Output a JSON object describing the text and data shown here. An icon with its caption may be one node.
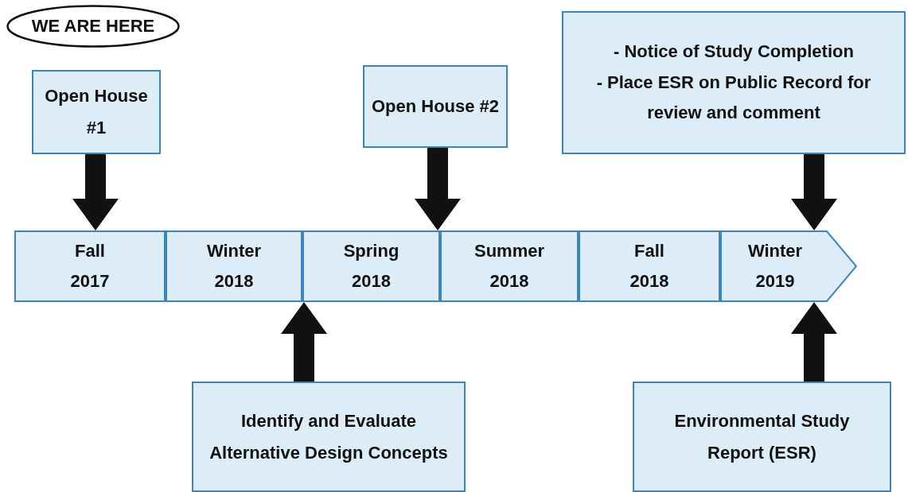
{
  "diagram": {
    "nodes": [
      {
        "text": [
          "WE ARE HERE"
        ]
      },
      {
        "text": [
          "Open House #1"
        ]
      },
      {
        "text": [
          "Open House #2"
        ]
      },
      {
        "text": [
          "- Notice of Study Completion",
          "- Place ESR on Public Record for review and comment"
        ]
      },
      {
        "text": [
          "Fall 2017"
        ]
      },
      {
        "text": [
          "Winter 2018"
        ]
      },
      {
        "text": [
          "Spring 2018"
        ]
      },
      {
        "text": [
          "Summer 2018"
        ]
      },
      {
        "text": [
          "Fall 2018"
        ]
      },
      {
        "text": [
          "Winter 2019"
        ]
      },
      {
        "text": [
          "Identify and Evaluate Alternative Design Concepts"
        ]
      },
      {
        "text": [
          "Environmental Study Report (ESR)"
        ]
      }
    ],
    "edges": [
      {
        "from": 1,
        "to": 4,
        "arrow": "to"
      },
      {
        "from": 2,
        "to": 6,
        "arrow": "to"
      },
      {
        "from": 3,
        "to": 9,
        "arrow": "to"
      },
      {
        "from": 10,
        "to": 6,
        "arrow": "to"
      },
      {
        "from": 11,
        "to": 9,
        "arrow": "to"
      }
    ]
  }
}
